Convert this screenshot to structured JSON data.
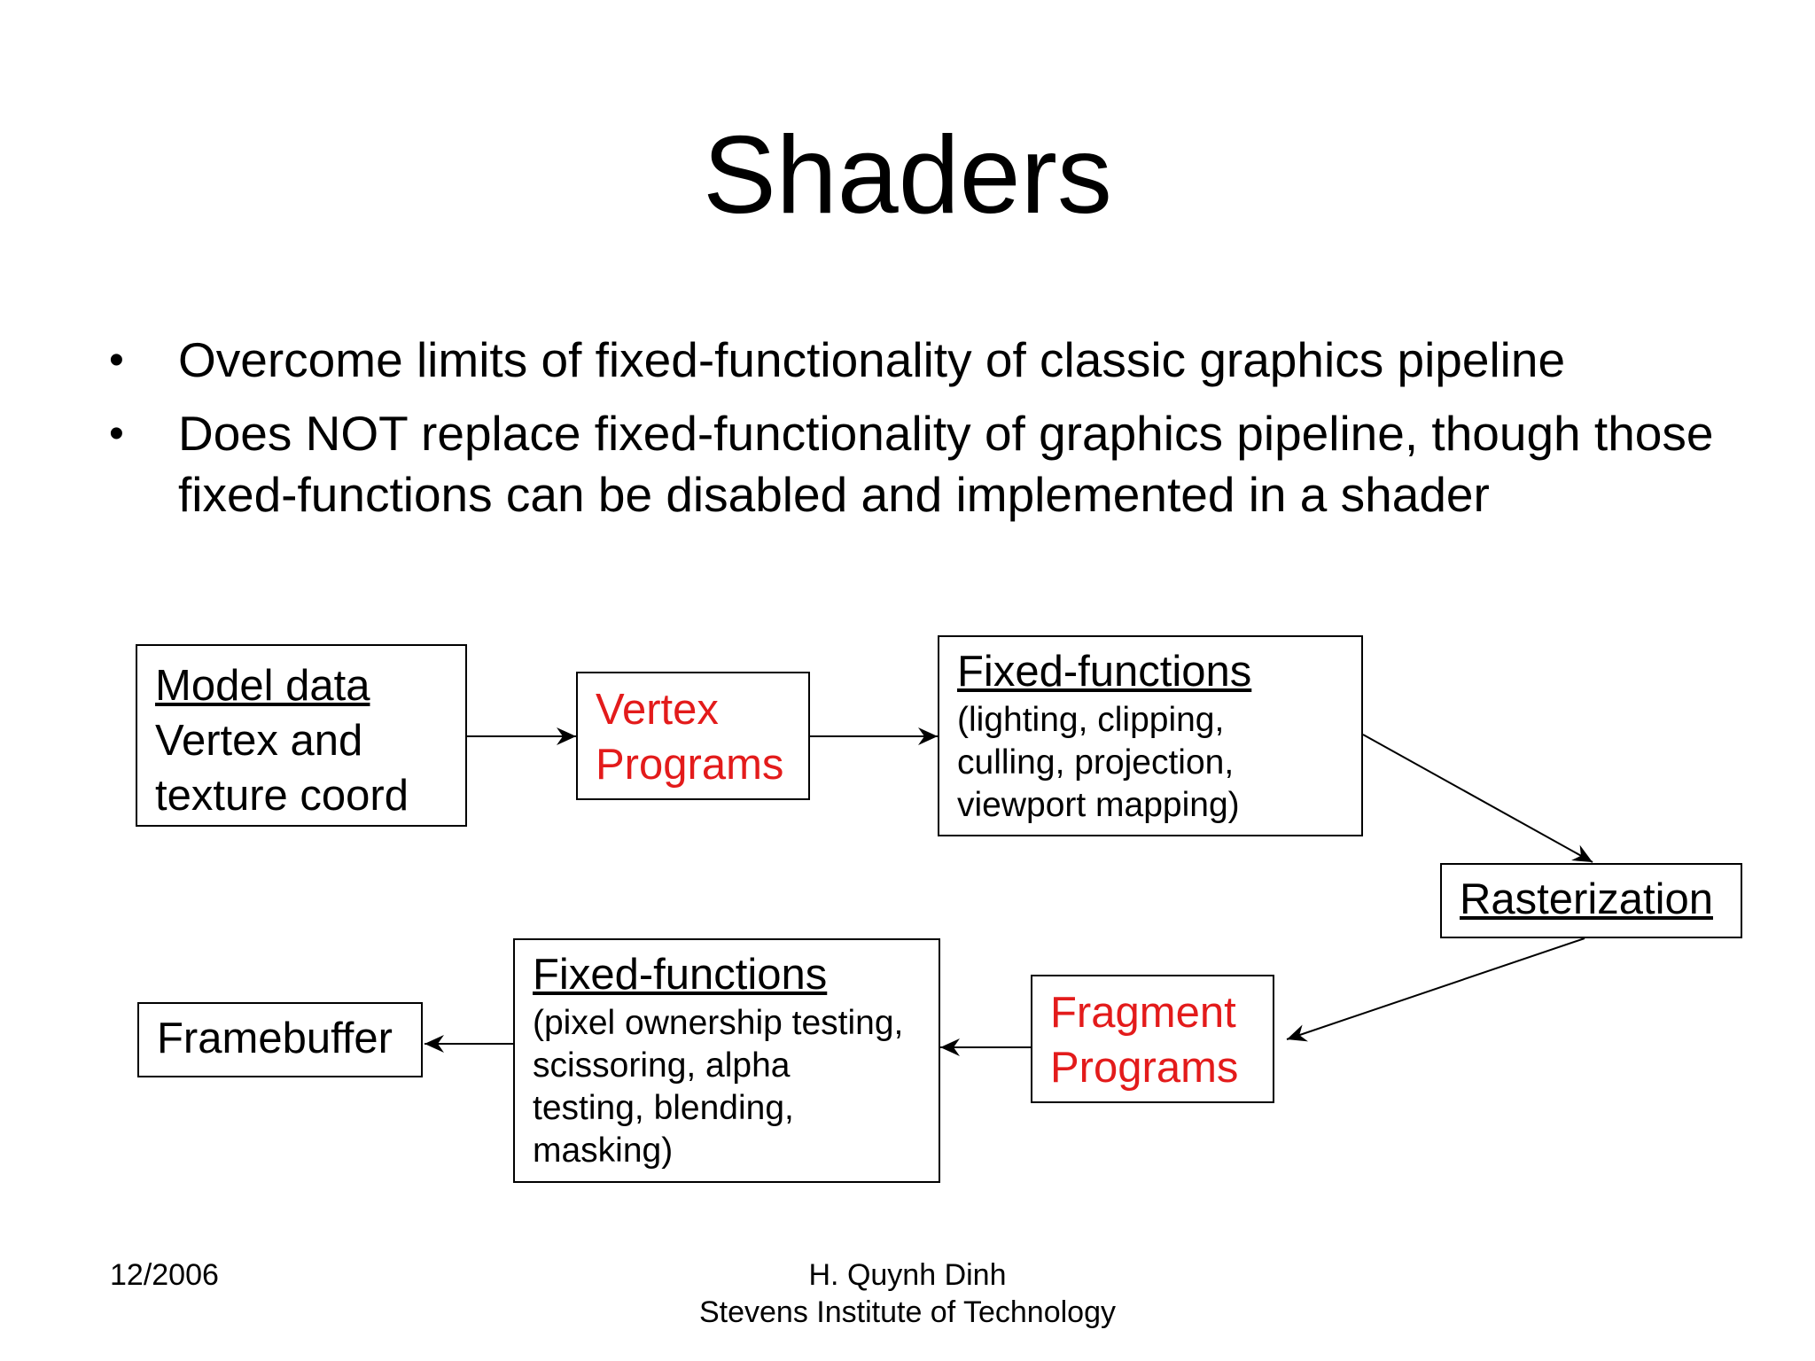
{
  "slide": {
    "title": "Shaders",
    "bullets": [
      "Overcome limits of fixed-functionality of classic graphics pipeline",
      "Does NOT replace fixed-functionality of graphics pipeline, though those fixed-functions can be disabled and implemented in a shader"
    ],
    "bullet_marker": "•"
  },
  "diagram": {
    "model_data": {
      "heading": "Model data",
      "lines": [
        "Vertex and",
        "texture coord"
      ]
    },
    "vertex_programs": {
      "lines": [
        "Vertex",
        "Programs"
      ],
      "color": "#e31b1b"
    },
    "fixed_functions_top": {
      "heading": "Fixed-functions",
      "lines": [
        "(lighting, clipping,",
        "culling, projection,",
        "viewport mapping)"
      ]
    },
    "rasterization": {
      "heading": "Rasterization"
    },
    "fragment_programs": {
      "lines": [
        "Fragment",
        "Programs"
      ],
      "color": "#e31b1b"
    },
    "fixed_functions_bottom": {
      "heading": "Fixed-functions",
      "lines": [
        "(pixel ownership testing,",
        "scissoring, alpha",
        "testing, blending,",
        "masking)"
      ]
    },
    "framebuffer": {
      "label": "Framebuffer"
    }
  },
  "footer": {
    "date": "12/2006",
    "author": "H. Quynh Dinh",
    "institution": "Stevens Institute of Technology"
  }
}
